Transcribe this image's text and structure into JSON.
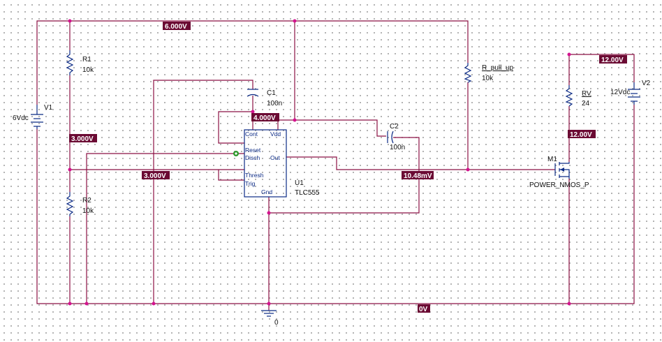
{
  "components": {
    "v1": {
      "ref": "V1",
      "value": "6Vdc"
    },
    "v2": {
      "ref": "V2",
      "value": "12Vdc"
    },
    "r1": {
      "ref": "R1",
      "value": "10k"
    },
    "r2": {
      "ref": "R2",
      "value": "10k"
    },
    "r_pull_up": {
      "ref": "R_pull_up",
      "value": "10k"
    },
    "rv": {
      "ref": "RV",
      "value": "24"
    },
    "c1": {
      "ref": "C1",
      "value": "100n"
    },
    "c2": {
      "ref": "C2",
      "value": "100n"
    },
    "u1": {
      "ref": "U1",
      "value": "TLC555",
      "pins": {
        "cont": "Cont",
        "vdd": "Vdd",
        "reset": "Reset",
        "disch": "Disch",
        "out": "Out",
        "thresh": "Thresh",
        "trig": "Trig",
        "gnd": "Gnd"
      }
    },
    "m1": {
      "ref": "M1",
      "value": "POWER_NMOS_P"
    },
    "ground": {
      "label": "0"
    }
  },
  "voltage_markers": {
    "top_rail": "6.000V",
    "v2_rail": "12.00V",
    "cont": "4.000V",
    "divider": "3.000V",
    "trig_thresh": "3.000V",
    "drain": "12.00V",
    "gate": "10.48mV",
    "ground_rail": "0V"
  },
  "colors": {
    "wire": "#8b1043",
    "component": "#0b2a85",
    "junction": "#d4138f",
    "marker": "#6b0a33"
  }
}
